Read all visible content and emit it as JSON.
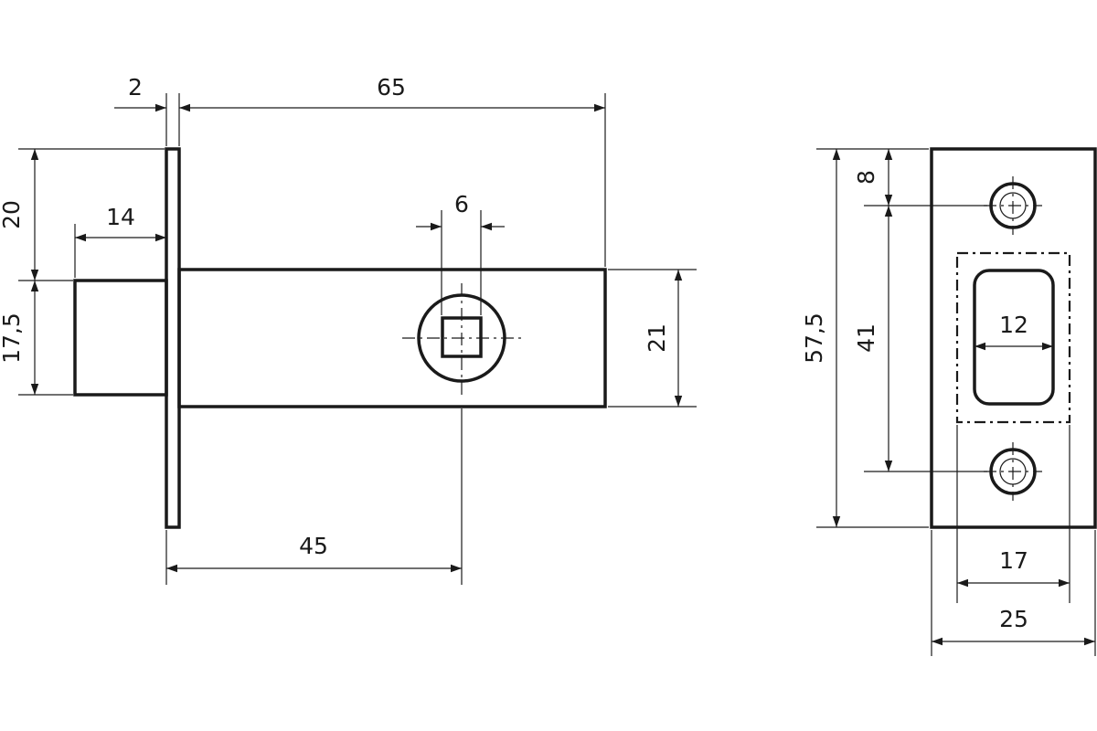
{
  "dimensions": {
    "plate_thickness": "2",
    "overall_length": "65",
    "spindle_square": "6",
    "plate_upper_offset": "20",
    "latch_projection": "14",
    "latch_height": "17,5",
    "body_height": "21",
    "backset": "45",
    "strike_height": "57,5",
    "screw_edge_offset": "8",
    "screw_spacing": "41",
    "opening_width": "12",
    "opening_frame_width": "17",
    "strike_width": "25"
  },
  "colors": {
    "line": "#1a1a1a",
    "background": "#ffffff"
  }
}
